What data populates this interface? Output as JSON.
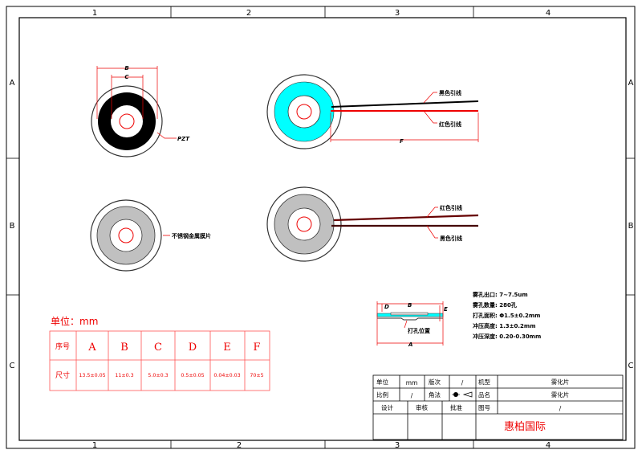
{
  "frame": {
    "zones_top": [
      "1",
      "2",
      "3",
      "4"
    ],
    "zones_bottom": [
      "1",
      "2",
      "3",
      "4"
    ],
    "zones_left": [
      "A",
      "B",
      "C"
    ],
    "zones_right": [
      "A",
      "B",
      "C"
    ]
  },
  "views": {
    "top_left": {
      "dim_b": "B",
      "dim_c": "C",
      "pzt_label": "PZT"
    },
    "top_right": {
      "black_wire": "黑色引线",
      "red_wire": "红色引线",
      "dim_f": "F"
    },
    "bottom_left": {
      "plate_label": "不锈钢金属膜片"
    },
    "bottom_right": {
      "red_wire": "红色引线",
      "black_wire": "黑色引线"
    },
    "section": {
      "dim_a": "A",
      "dim_b": "B",
      "dim_d": "D",
      "dim_e": "E",
      "hole_label": "打孔位置"
    }
  },
  "specs": [
    "雾孔出口: 7~7.5um",
    "雾孔数量: 280孔",
    "打孔面积: Φ1.5±0.2mm",
    "冲压高度: 1.3±0.2mm",
    "冲压深度: 0.20-0.30mm"
  ],
  "dimension_table": {
    "unit_label": "单位：mm",
    "row_header_1": "序号",
    "row_header_2": "尺寸",
    "columns": [
      "A",
      "B",
      "C",
      "D",
      "E",
      "F"
    ],
    "values": [
      "13.5±0.05",
      "11±0.3",
      "5.0±0.3",
      "0.5±0.05",
      "0.04±0.03",
      "70±5"
    ]
  },
  "title_block": {
    "unit_label": "单位",
    "unit_value": "mm",
    "version_label": "版次",
    "version_value": "/",
    "model_label": "机型",
    "model_value": "雾化片",
    "scale_label": "比例",
    "scale_value": "/",
    "projection_label": "角法",
    "name_label": "品名",
    "name_value": "雾化片",
    "design_label": "设计",
    "review_label": "审核",
    "approve_label": "批准",
    "drawing_no_label": "图号",
    "drawing_no_value": "/",
    "company": "惠柏国际"
  },
  "colors": {
    "accent_red": "#ee0000",
    "piezo_cyan": "#00ffff",
    "plate_gray": "#c0c0c0"
  }
}
